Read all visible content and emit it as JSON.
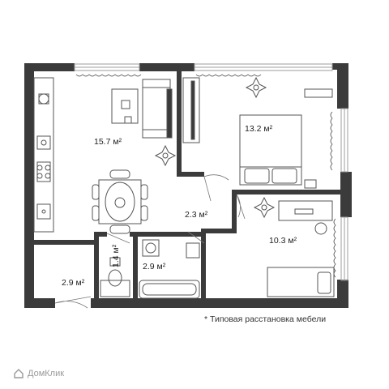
{
  "rooms": [
    {
      "id": "living",
      "area": "15.7 м²"
    },
    {
      "id": "bedroom1",
      "area": "13.2 м²"
    },
    {
      "id": "bedroom2",
      "area": "10.3 м²"
    },
    {
      "id": "hall",
      "area": "2.3 м²"
    },
    {
      "id": "bath",
      "area": "2.9 м²"
    },
    {
      "id": "wc",
      "area": "1.4 м²"
    },
    {
      "id": "entrance",
      "area": "2.9 м²"
    }
  ],
  "note": "* Типовая расстановка мебели",
  "watermark": "ДомКлик",
  "colors": {
    "wall": "#3b3b3b",
    "furniture": "#555555",
    "window": "#9e9e9e",
    "background": "#ffffff"
  }
}
